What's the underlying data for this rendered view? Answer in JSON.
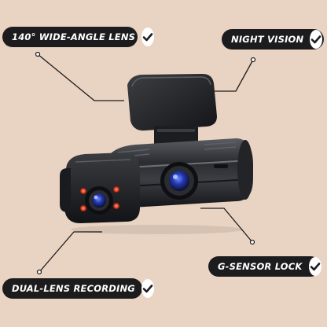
{
  "callouts": [
    {
      "label": "140° WIDE-ANGLE LENS"
    },
    {
      "label": "NIGHT VISION"
    },
    {
      "label": "G-SENSOR LOCK"
    },
    {
      "label": "DUAL-LENS RECORDING"
    }
  ],
  "icons": {
    "check": "check-circle-icon"
  },
  "colors": {
    "background": "#e9d3c2",
    "pill": "#1c1c1e",
    "ir_led": "#e8442a",
    "lens": "#2e3fb8"
  }
}
